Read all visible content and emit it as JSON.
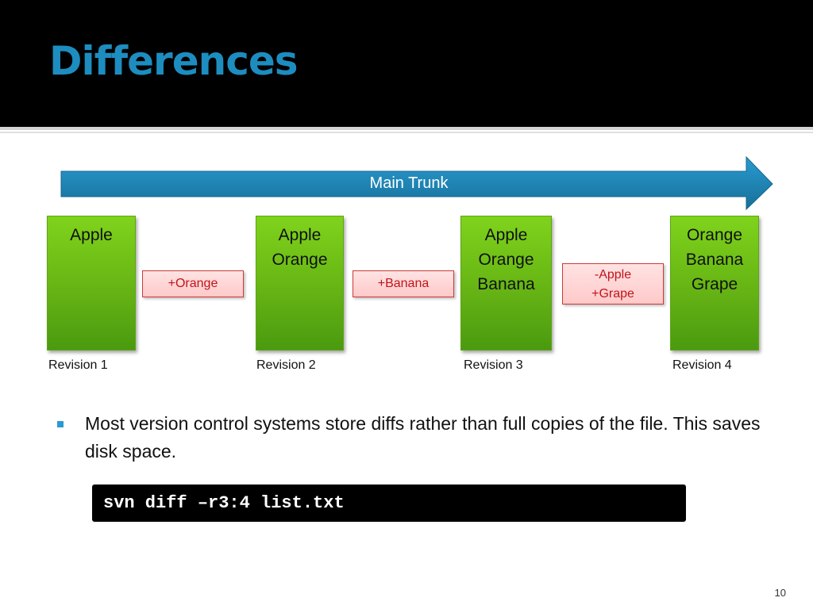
{
  "slide": {
    "title": "Differences",
    "page_number": "10"
  },
  "trunk": {
    "label": "Main Trunk",
    "color": "#1f86b6"
  },
  "revisions": [
    {
      "label": "Revision 1",
      "items": [
        "Apple"
      ]
    },
    {
      "label": "Revision 2",
      "items": [
        "Apple",
        "Orange"
      ]
    },
    {
      "label": "Revision 3",
      "items": [
        "Apple",
        "Orange",
        "Banana"
      ]
    },
    {
      "label": "Revision 4",
      "items": [
        "Orange",
        "Banana",
        "Grape"
      ]
    }
  ],
  "diffs": [
    {
      "lines": [
        "+Orange"
      ]
    },
    {
      "lines": [
        "+Banana"
      ]
    },
    {
      "lines": [
        "-Apple",
        "+Grape"
      ]
    }
  ],
  "bullet": {
    "text": "Most version control systems store diffs rather than full copies of the file. This saves disk space."
  },
  "code": {
    "command": "svn diff –r3:4 list.txt"
  },
  "colors": {
    "title": "#1d8dc0",
    "revision_box": "#6cbc16",
    "diff_text": "#c0141a",
    "bullet_marker": "#2a9bd0"
  }
}
